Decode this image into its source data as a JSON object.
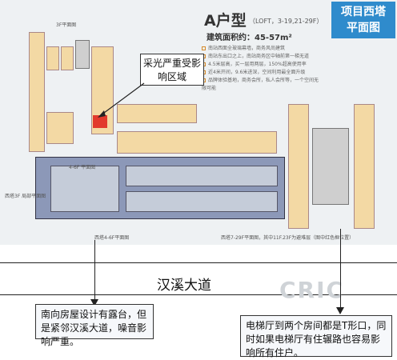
{
  "corner_tag": {
    "line1": "项目西塔",
    "line2": "平面图"
  },
  "plan": {
    "title": "A户型",
    "title_sub": "（LOFT，3-19,21-29F）",
    "area": "建筑面积约：45-57m²",
    "features": [
      "南站西面全玻璃幕墙，商务风尚建筑",
      "南站东出口之上，南站商务区中轴前第一梯无道",
      "4.5米层高，买一层用两层，150%超高使用率",
      "近4米开间，9.6米进深，空间利用最全面升级",
      "品牌体验基地，商务会所，私人会所等，一个空间无限可能"
    ],
    "label_floor_west3f": "西塔3F 局部平面图",
    "label_floor_4_6": "西塔4-6F平面图",
    "label_floor_7_29": "西塔7-29F平面图，其中11F.23F为避难层（图中红色框位置）",
    "label_small_top": "3F平面图",
    "label_small_bottom": "4-6F 平面图"
  },
  "callouts": {
    "lighting": "采光严重受影响区域",
    "road": "汉溪大道",
    "left_note": "南向房屋设计有露台，但是紧邻汉溪大道，噪音影响严重。",
    "right_note": "电梯厅到两个房间都是T形口，同时如果电梯厅有住辗路也容易影响所有住户。"
  },
  "watermark": "CRIC",
  "colors": {
    "accent": "#2f8bcc",
    "unit": "#f3d9a4",
    "highlight": "#e23a2c",
    "blueplan": "#8c98b8"
  }
}
